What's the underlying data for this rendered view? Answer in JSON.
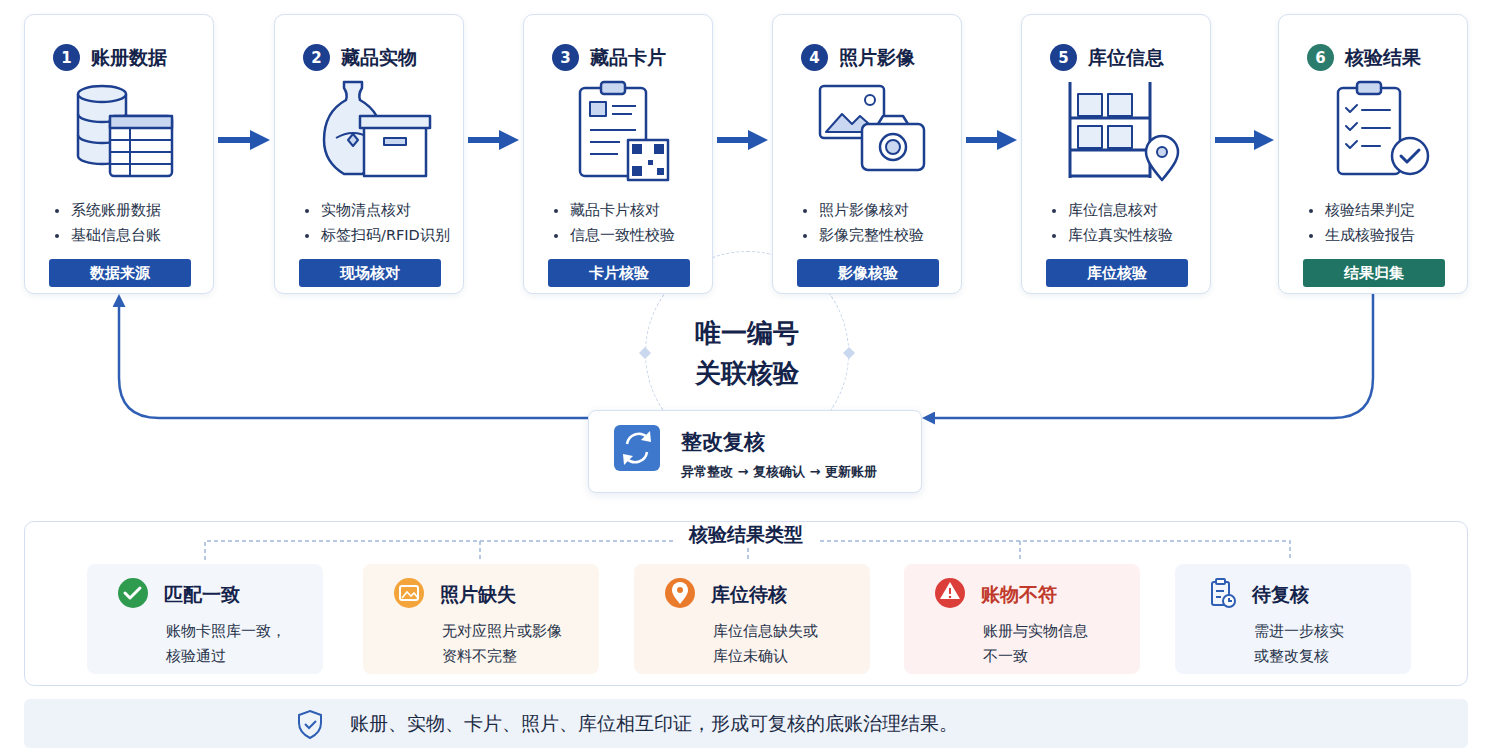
{
  "diagram": {
    "nodes": [
      {
        "text": [
          "账册数据",
          "系统账册数据",
          "基础信息台账"
        ]
      },
      {
        "text": [
          "1"
        ],
        "in": 0
      },
      {
        "text": [
          "数据来源"
        ],
        "in": 0
      },
      {
        "text": [
          "藏品实物",
          "实物清点核对",
          "标签扫码/RFID识别"
        ]
      },
      {
        "text": [
          "2"
        ],
        "in": 3
      },
      {
        "text": [
          "现场核对"
        ],
        "in": 3
      },
      {
        "text": [
          "藏品卡片",
          "藏品卡片核对",
          "信息一致性校验"
        ]
      },
      {
        "text": [
          "3"
        ],
        "in": 6
      },
      {
        "text": [
          "卡片核验"
        ],
        "in": 6
      },
      {
        "text": [
          "照片影像",
          "照片影像核对",
          "影像完整性校验"
        ]
      },
      {
        "text": [
          "4"
        ],
        "in": 9
      },
      {
        "text": [
          "影像核验"
        ],
        "in": 9
      },
      {
        "text": [
          "库位信息",
          "库位信息核对",
          "库位真实性核验"
        ]
      },
      {
        "text": [
          "5"
        ],
        "in": 12
      },
      {
        "text": [
          "库位核验"
        ],
        "in": 12
      },
      {
        "text": [
          "核验结果",
          "核验结果判定",
          "生成核验报告"
        ]
      },
      {
        "text": [
          "6"
        ],
        "in": 15
      },
      {
        "text": [
          "结果归集"
        ],
        "in": 15
      },
      {
        "text": [
          "唯一编号 关联核验"
        ]
      },
      {
        "text": [
          "整改复核",
          "异常整改 → 复核确认 → 更新账册"
        ]
      },
      {
        "text": [
          "核验结果类型"
        ]
      },
      {
        "text": [
          "匹配一致",
          "账物卡照库一致， 核验通过"
        ],
        "in": 20
      },
      {
        "text": [
          "照片缺失",
          "无对应照片或影像 资料不完整"
        ],
        "in": 20
      },
      {
        "text": [
          "库位待核",
          "库位信息缺失或 库位未确认"
        ],
        "in": 20
      },
      {
        "text": [
          "账物不符",
          "账册与实物信息 不一致"
        ],
        "in": 20
      },
      {
        "text": [
          "待复核",
          "需进一步核实 或整改复核"
        ],
        "in": 20
      },
      {
        "text": [
          "账册、实物、卡片、照片、库位相互印证，形成可复核的底账治理结果。"
        ]
      }
    ],
    "edges": [
      {
        "from": 0,
        "to": 3,
        "arrow": "to"
      },
      {
        "from": 3,
        "to": 6,
        "arrow": "to"
      },
      {
        "from": 6,
        "to": 9,
        "arrow": "to"
      },
      {
        "from": 9,
        "to": 12,
        "arrow": "to"
      },
      {
        "from": 12,
        "to": 15,
        "arrow": "to"
      },
      {
        "from": 15,
        "to": 19,
        "arrow": "to"
      },
      {
        "from": 19,
        "to": 0,
        "arrow": "to"
      }
    ]
  }
}
